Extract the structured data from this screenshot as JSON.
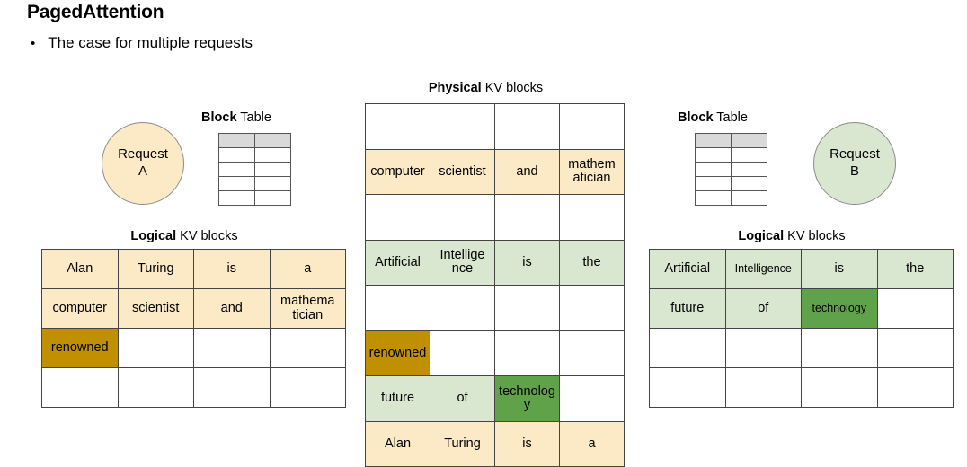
{
  "slide": {
    "title": "PagedAttention",
    "bullet_marker": "•",
    "bullet_text": "The case for multiple requests"
  },
  "colors": {
    "yellow_fill": "#FCE9C6",
    "green_fill": "#D9E7D1",
    "gold_highlight": "#C09000",
    "dark_green_highlight": "#60A24A",
    "header_gray": "#D9D9D9",
    "border": "#444444"
  },
  "left": {
    "request_circle": {
      "line1": "Request",
      "line2": "A"
    },
    "block_table": {
      "caption_bold": "Block",
      "caption_rest": " Table",
      "rows": 5,
      "cols": 2
    },
    "logical": {
      "caption_bold": "Logical",
      "caption_rest": " KV blocks",
      "rows": [
        [
          {
            "text": "Alan",
            "fill": "yellow"
          },
          {
            "text": "Turing",
            "fill": "yellow"
          },
          {
            "text": "is",
            "fill": "yellow"
          },
          {
            "text": "a",
            "fill": "yellow"
          }
        ],
        [
          {
            "text": "computer",
            "fill": "yellow"
          },
          {
            "text": "scientist",
            "fill": "yellow"
          },
          {
            "text": "and",
            "fill": "yellow"
          },
          {
            "text": "mathema tician",
            "fill": "yellow"
          }
        ],
        [
          {
            "text": "renowned",
            "fill": "gold"
          },
          {
            "text": "",
            "fill": "none"
          },
          {
            "text": "",
            "fill": "none"
          },
          {
            "text": "",
            "fill": "none"
          }
        ],
        [
          {
            "text": "",
            "fill": "none"
          },
          {
            "text": "",
            "fill": "none"
          },
          {
            "text": "",
            "fill": "none"
          },
          {
            "text": "",
            "fill": "none"
          }
        ]
      ]
    }
  },
  "center": {
    "physical": {
      "caption_bold": "Physical",
      "caption_rest": " KV blocks",
      "rows": [
        [
          {
            "text": "",
            "fill": "none"
          },
          {
            "text": "",
            "fill": "none"
          },
          {
            "text": "",
            "fill": "none"
          },
          {
            "text": "",
            "fill": "none"
          }
        ],
        [
          {
            "text": "computer",
            "fill": "yellow"
          },
          {
            "text": "scientist",
            "fill": "yellow"
          },
          {
            "text": "and",
            "fill": "yellow"
          },
          {
            "text": "mathem atician",
            "fill": "yellow"
          }
        ],
        [
          {
            "text": "",
            "fill": "none"
          },
          {
            "text": "",
            "fill": "none"
          },
          {
            "text": "",
            "fill": "none"
          },
          {
            "text": "",
            "fill": "none"
          }
        ],
        [
          {
            "text": "Artificial",
            "fill": "green"
          },
          {
            "text": "Intellige nce",
            "fill": "green"
          },
          {
            "text": "is",
            "fill": "green"
          },
          {
            "text": "the",
            "fill": "green"
          }
        ],
        [
          {
            "text": "",
            "fill": "none"
          },
          {
            "text": "",
            "fill": "none"
          },
          {
            "text": "",
            "fill": "none"
          },
          {
            "text": "",
            "fill": "none"
          }
        ],
        [
          {
            "text": "renowned",
            "fill": "gold"
          },
          {
            "text": "",
            "fill": "none"
          },
          {
            "text": "",
            "fill": "none"
          },
          {
            "text": "",
            "fill": "none"
          }
        ],
        [
          {
            "text": "future",
            "fill": "green"
          },
          {
            "text": "of",
            "fill": "green"
          },
          {
            "text": "technolog y",
            "fill": "dgreen"
          },
          {
            "text": "",
            "fill": "none"
          }
        ],
        [
          {
            "text": "Alan",
            "fill": "yellow"
          },
          {
            "text": "Turing",
            "fill": "yellow"
          },
          {
            "text": "is",
            "fill": "yellow"
          },
          {
            "text": "a",
            "fill": "yellow"
          }
        ]
      ]
    }
  },
  "right": {
    "request_circle": {
      "line1": "Request",
      "line2": "B"
    },
    "block_table": {
      "caption_bold": "Block",
      "caption_rest": " Table",
      "rows": 5,
      "cols": 2
    },
    "logical": {
      "caption_bold": "Logical",
      "caption_rest": " KV blocks",
      "rows": [
        [
          {
            "text": "Artificial",
            "fill": "green"
          },
          {
            "text": "Intelligence",
            "fill": "green",
            "small": true
          },
          {
            "text": "is",
            "fill": "green"
          },
          {
            "text": "the",
            "fill": "green"
          }
        ],
        [
          {
            "text": "future",
            "fill": "green"
          },
          {
            "text": "of",
            "fill": "green"
          },
          {
            "text": "technology",
            "fill": "dgreen",
            "small": true
          },
          {
            "text": "",
            "fill": "none"
          }
        ],
        [
          {
            "text": "",
            "fill": "none"
          },
          {
            "text": "",
            "fill": "none"
          },
          {
            "text": "",
            "fill": "none"
          },
          {
            "text": "",
            "fill": "none"
          }
        ],
        [
          {
            "text": "",
            "fill": "none"
          },
          {
            "text": "",
            "fill": "none"
          },
          {
            "text": "",
            "fill": "none"
          },
          {
            "text": "",
            "fill": "none"
          }
        ]
      ]
    }
  }
}
